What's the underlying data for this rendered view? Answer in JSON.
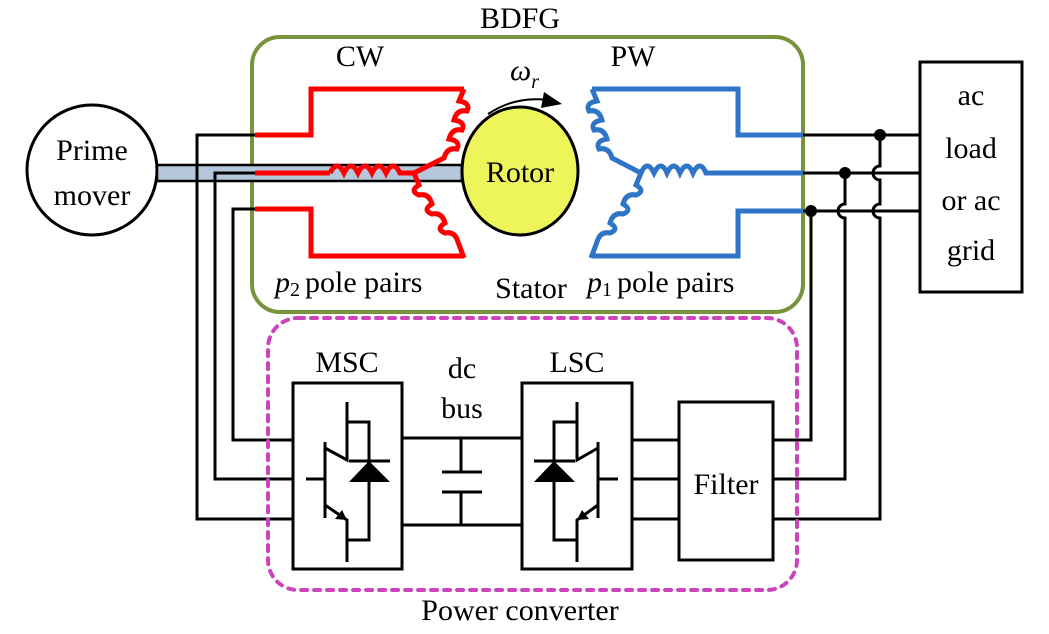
{
  "title": "BDFG",
  "prime_mover": {
    "line1": "Prime",
    "line2": "mover"
  },
  "rotor": "Rotor",
  "speed_symbol": {
    "base": "ω",
    "sub": "r"
  },
  "control_winding": {
    "label": "CW",
    "poles": {
      "var": "p",
      "sub": "2",
      "text": "pole pairs"
    }
  },
  "power_winding": {
    "label": "PW",
    "poles": {
      "var": "p",
      "sub": "1",
      "text": "pole pairs"
    }
  },
  "stator": "Stator",
  "grid_box": {
    "lines": [
      "ac",
      "load",
      "or ac",
      "grid"
    ]
  },
  "converter": {
    "label": "Power converter",
    "msc": "MSC",
    "lsc": "LSC",
    "dc_bus": {
      "line1": "dc",
      "line2": "bus"
    },
    "filter": "Filter"
  },
  "colors": {
    "machine_border": "#77933c",
    "converter_border": "#cc44bb",
    "control_winding": "#ff0000",
    "power_winding": "#2f75c7",
    "rotor_fill": "#eef55a",
    "shaft_fill": "#b4c7dc"
  }
}
